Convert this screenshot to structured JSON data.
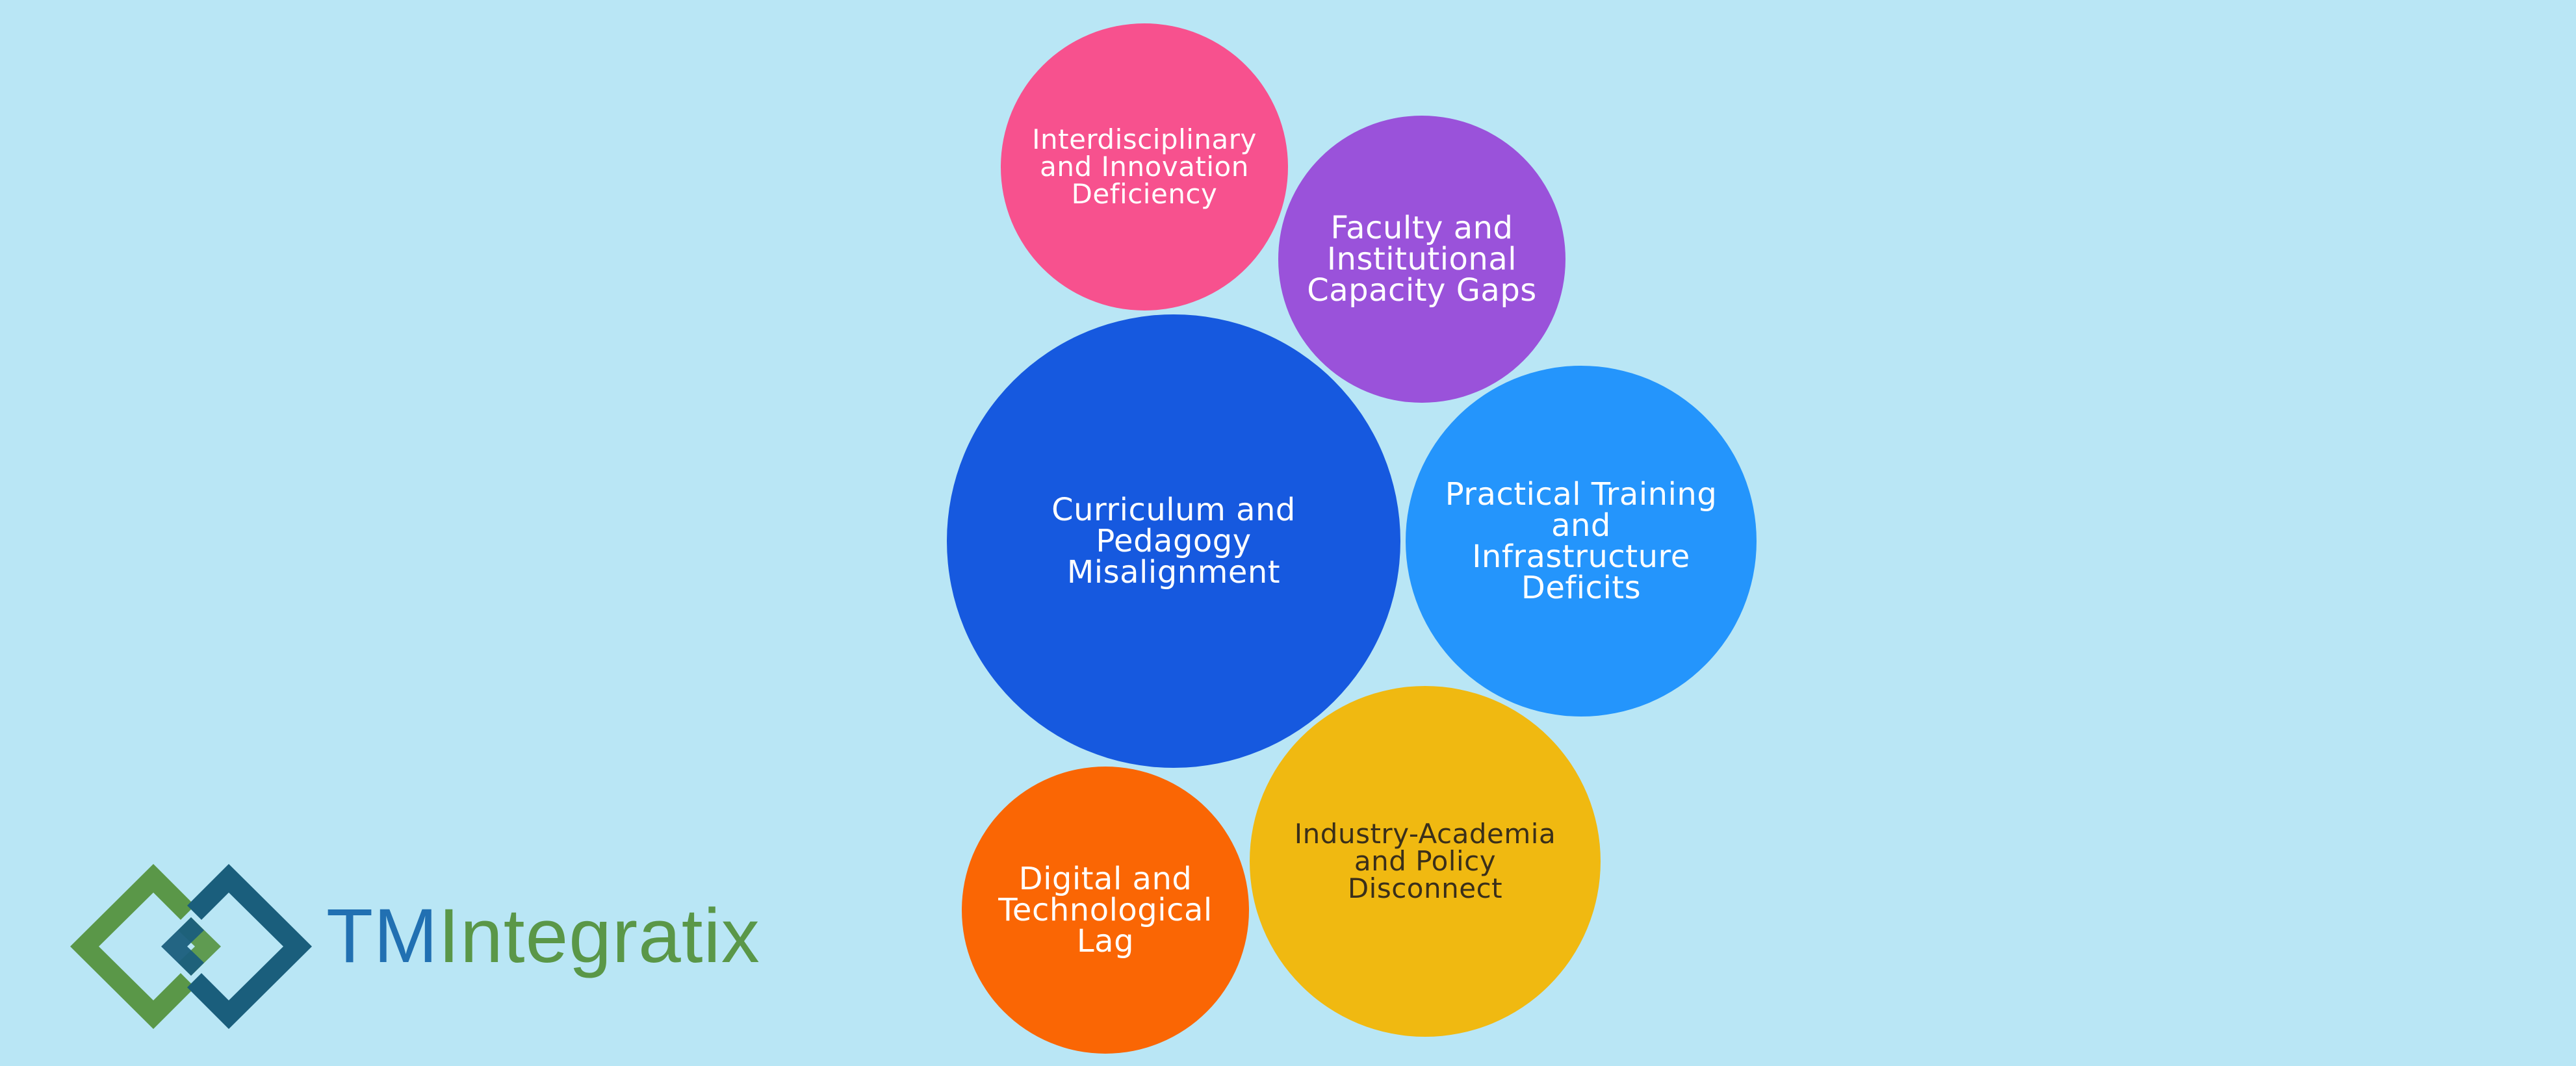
{
  "colors": {
    "background": "#b9e6f5",
    "pink": "#f7518e",
    "purple": "#9a52da",
    "royal_blue": "#1659df",
    "sky_blue": "#2495fc",
    "amber": "#f0b911",
    "orange": "#fa6604",
    "logo_blue": "#2170b2",
    "logo_green": "#5a9748",
    "logo_teal": "#1a5e7c"
  },
  "bubbles": [
    {
      "label": "Interdisciplinary\nand Innovation\nDeficiency",
      "color": "#f7518e"
    },
    {
      "label": "Faculty and\nInstitutional\nCapacity Gaps",
      "color": "#9a52da"
    },
    {
      "label": "Curriculum and\nPedagogy\nMisalignment",
      "color": "#1659df"
    },
    {
      "label": "Practical Training\nand\nInfrastructure\nDeficits",
      "color": "#2495fc"
    },
    {
      "label": "Industry-Academia\nand Policy\nDisconnect",
      "color": "#f0b911"
    },
    {
      "label": "Digital and\nTechnological\nLag",
      "color": "#fa6604"
    }
  ],
  "logo": {
    "text_part1": "TM",
    "text_part2": "Integratix"
  }
}
